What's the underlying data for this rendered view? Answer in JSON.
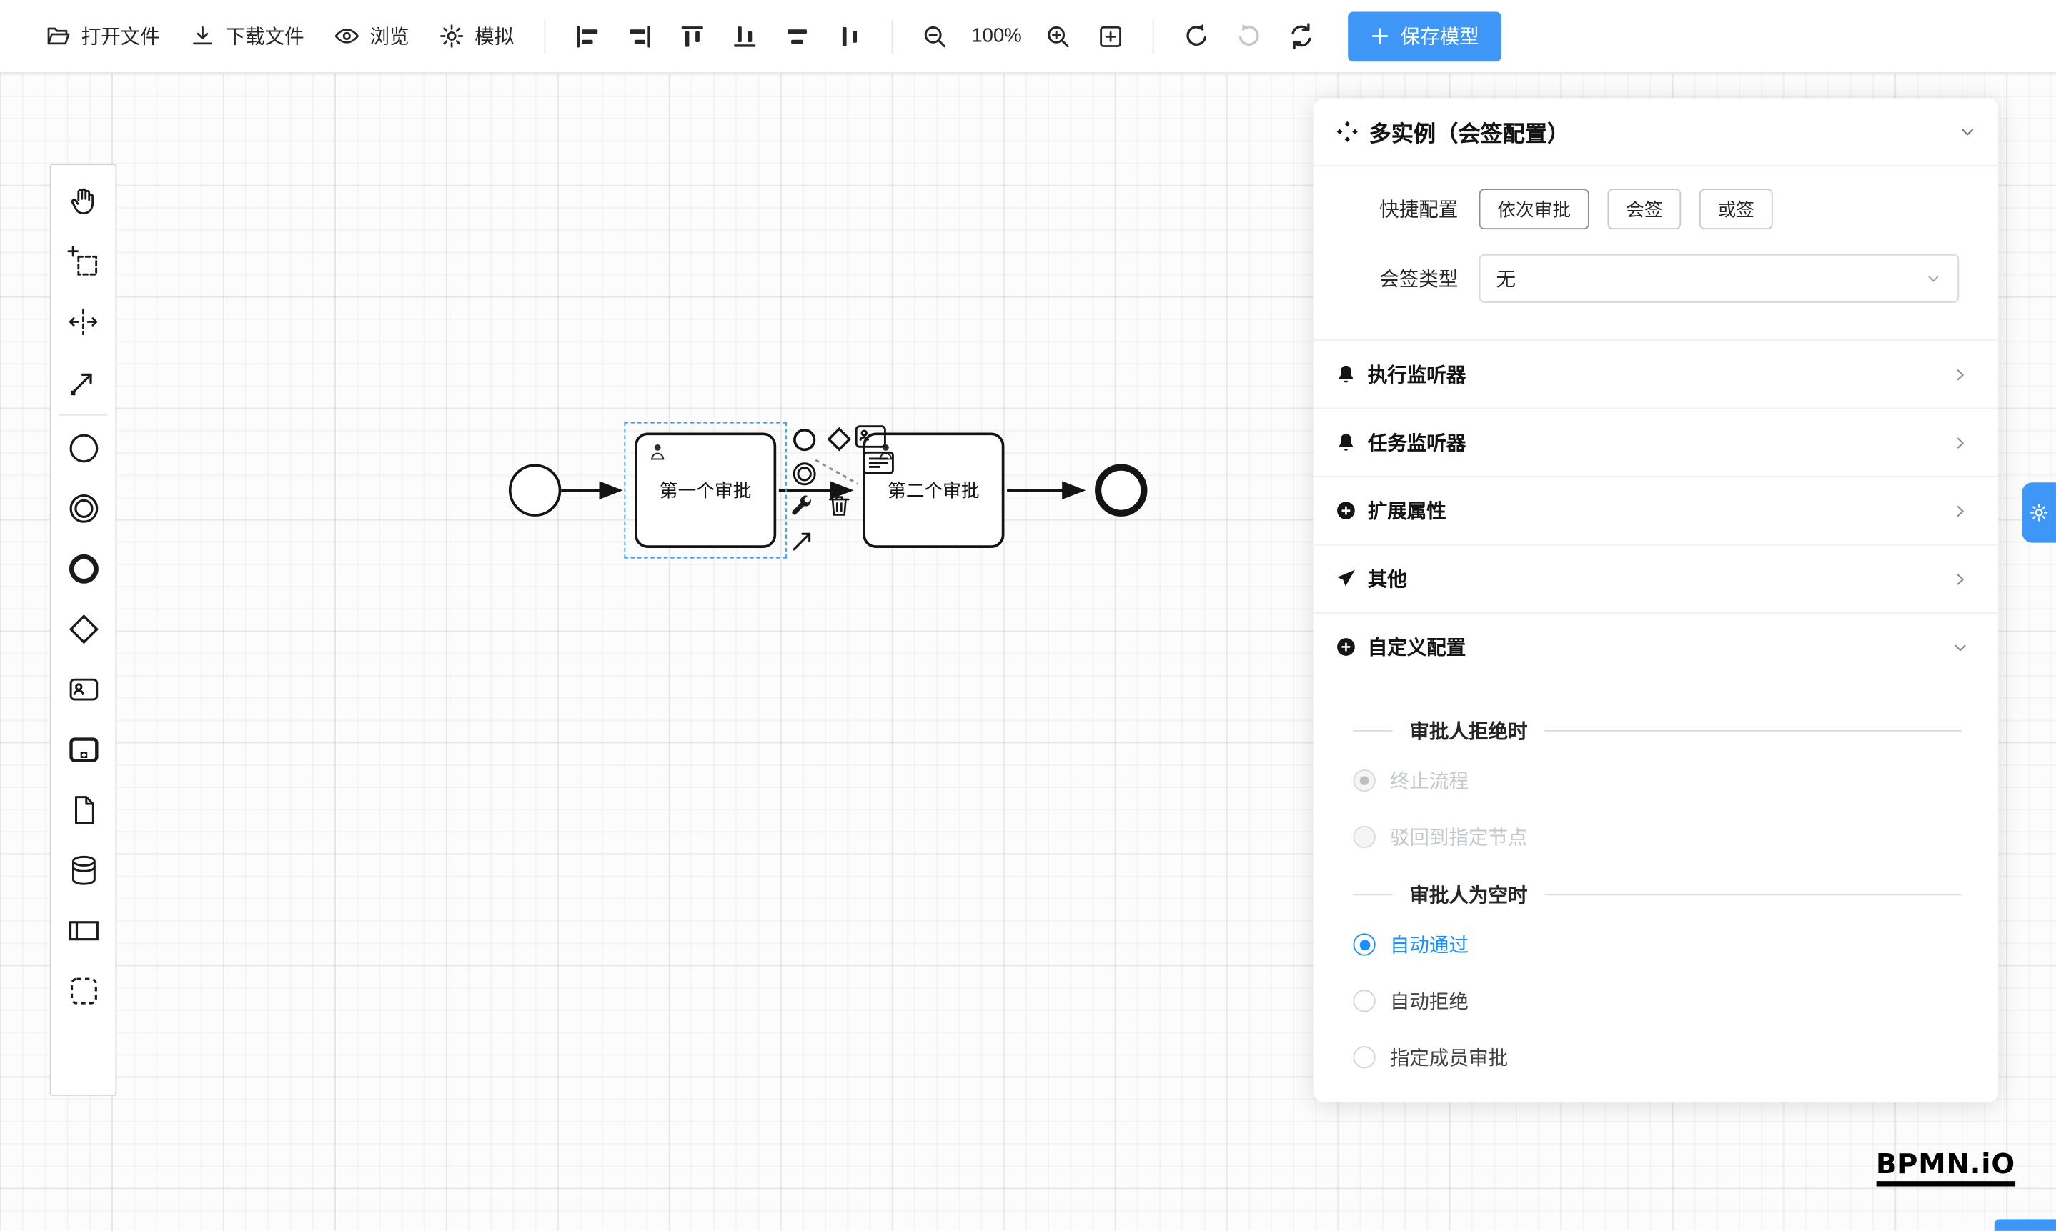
{
  "toolbar": {
    "open_label": "打开文件",
    "download_label": "下载文件",
    "preview_label": "浏览",
    "simulate_label": "模拟",
    "zoom_value": "100%",
    "save_label": "保存模型"
  },
  "canvas": {
    "task1_label": "第一个审批",
    "task2_label": "第二个审批",
    "logo": "BPMN.iO"
  },
  "panel": {
    "title": "多实例（会签配置）",
    "quick_label": "快捷配置",
    "quick_options": [
      "依次审批",
      "会签",
      "或签"
    ],
    "type_label": "会签类型",
    "type_value": "无",
    "rows": [
      "执行监听器",
      "任务监听器",
      "扩展属性",
      "其他",
      "自定义配置"
    ],
    "reject_title": "审批人拒绝时",
    "reject_options": [
      "终止流程",
      "驳回到指定节点"
    ],
    "empty_title": "审批人为空时",
    "empty_options": [
      "自动通过",
      "自动拒绝",
      "指定成员审批"
    ]
  },
  "colors": {
    "accent": "#3e97f7",
    "selection": "#33a0ff",
    "active_blue": "#1890ff"
  }
}
